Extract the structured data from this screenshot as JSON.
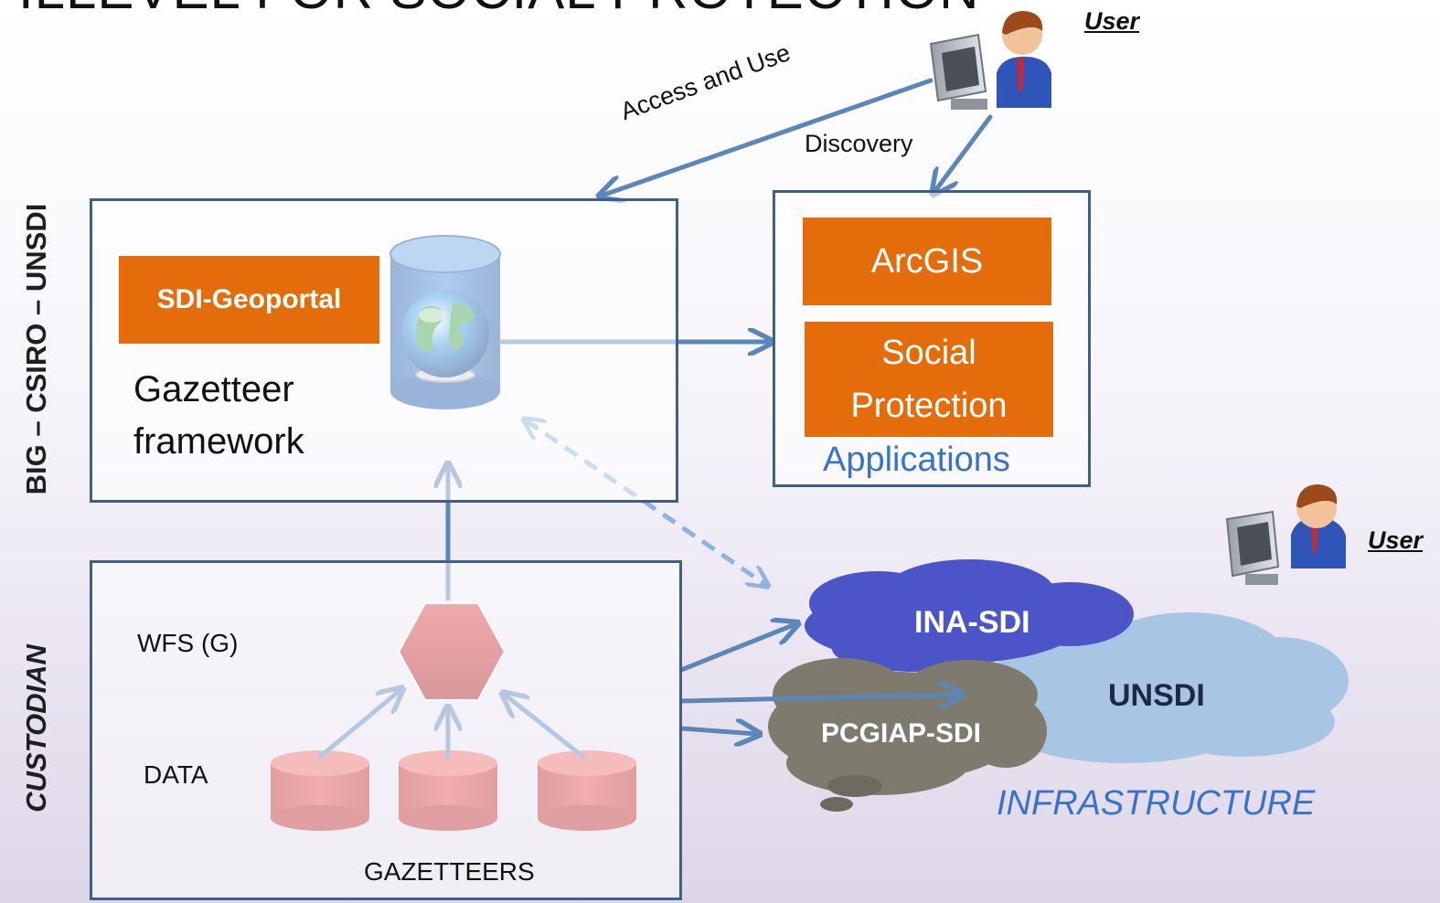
{
  "title_fragment": "ILLEVEL FOR SOCIAL PROTECTION",
  "side_labels": {
    "top": "BIG – CSIRO – UNSDI",
    "bottom": "CUSTODIAN"
  },
  "gazetteer_box": {
    "geoportal_label": "SDI-Geoportal",
    "caption_line1": "Gazetteer",
    "caption_line2": "framework"
  },
  "applications_box": {
    "arcgis_label": "ArcGIS",
    "social_line1": "Social",
    "social_line2": "Protection",
    "caption": "Applications"
  },
  "custodian_box": {
    "wfs_label": "WFS (G)",
    "data_label": "DATA",
    "gazetteers_label": "GAZETTEERS"
  },
  "edges": {
    "access_and_use": "Access and Use",
    "discovery": "Discovery"
  },
  "users": {
    "top_label": "User",
    "right_label": "User"
  },
  "clouds": {
    "ina_sdi": "INA-SDI",
    "unsdi": "UNSDI",
    "pcgiap_sdi": "PCGIAP-SDI"
  },
  "infrastructure_label": "INFRASTRUCTURE",
  "colors": {
    "frame_border": "#3f5f86",
    "orange": "#e46c0a",
    "arrow": "#5b86b8",
    "dashed_arrow": "#8fb2de",
    "hexagon": "#c0262b",
    "data_cylinder": "#d9383c",
    "ina_cloud": "#4b55c8",
    "unsdi_cloud": "#a9c5e4",
    "pcgiap_cloud": "#7f7a6e",
    "accent_blue_text": "#3873c8"
  }
}
